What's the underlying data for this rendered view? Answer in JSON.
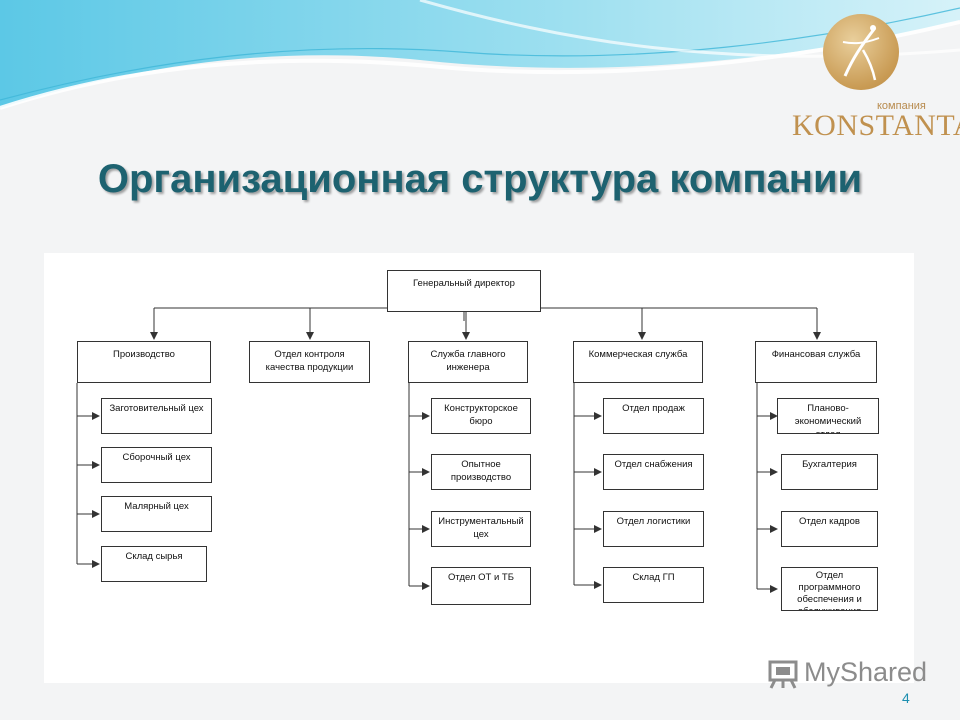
{
  "slide": {
    "title": "Организационная структура компании",
    "page_number": "4"
  },
  "logo": {
    "small": "компания",
    "big": "KONSTANTA"
  },
  "watermark": {
    "text": "MyShared",
    "icon": "myshared-icon"
  },
  "chart": {
    "root": "Генеральный директор",
    "departments": [
      {
        "name": "Производство",
        "units": [
          "Заготовительный цех",
          "Сборочный цех",
          "Малярный цех",
          "Склад сырья"
        ]
      },
      {
        "name": "Отдел контроля качества продукции",
        "units": []
      },
      {
        "name": "Служба главного инженера",
        "units": [
          "Конструкторское бюро",
          "Опытное производство",
          "Инструментальный цех",
          "Отдел ОТ и ТБ"
        ]
      },
      {
        "name": "Коммерческая служба",
        "units": [
          "Отдел продаж",
          "Отдел снабжения",
          "Отдел логистики",
          "Склад ГП"
        ]
      },
      {
        "name": "Финансовая служба",
        "units": [
          "Планово-экономический отдел",
          "Бухгалтерия",
          "Отдел кадров",
          "Отдел программного обеспечения и обслуживания"
        ]
      }
    ]
  },
  "colors": {
    "title": "#1d6270",
    "logo_gold": "#c0914f",
    "wave_blue": "#7fd3ea",
    "page_number": "#1d8fb0"
  }
}
